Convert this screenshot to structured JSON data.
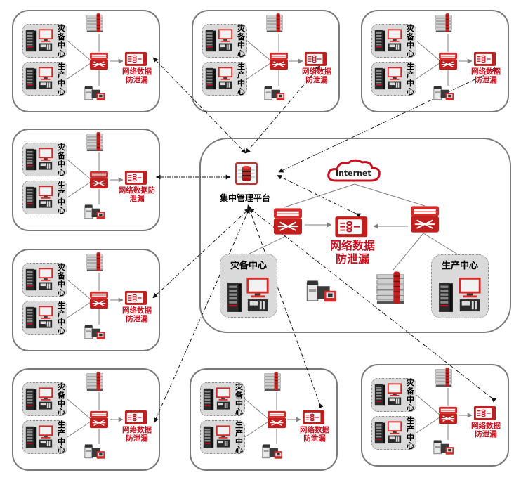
{
  "diagram": {
    "title": "网络数据防泄漏集中管理部署拓扑",
    "center": {
      "management_platform_label": "集中管理平台",
      "internet_label": "Internet",
      "dlp_label_line1": "网络数据",
      "dlp_label_line2": "防泄漏",
      "disaster_recovery_label": "灾备中心",
      "production_label": "生产中心"
    },
    "branches": [
      {
        "id": "top-left",
        "dr_label": "灾备中心",
        "prod_label": "生产中心",
        "dlp_line1": "网络数据",
        "dlp_line2": "防泄漏"
      },
      {
        "id": "top-middle",
        "dr_label": "灾备中心",
        "prod_label": "生产中心",
        "dlp_line1": "网络数据",
        "dlp_line2": "防泄漏"
      },
      {
        "id": "top-right",
        "dr_label": "灾备中心",
        "prod_label": "生产中心",
        "dlp_line1": "网络数据",
        "dlp_line2": "防泄漏"
      },
      {
        "id": "middle-left-1",
        "dr_label": "灾备中心",
        "prod_label": "生产中心",
        "dlp_line1": "网络数据防",
        "dlp_line2": "泄漏"
      },
      {
        "id": "middle-left-2",
        "dr_label": "灾备中心",
        "prod_label": "生产中心",
        "dlp_line1": "网络数据",
        "dlp_line2": "防泄漏"
      },
      {
        "id": "bottom-left",
        "dr_label": "灾备中心",
        "prod_label": "生产中心",
        "dlp_line1": "网络数据",
        "dlp_line2": "防泄漏"
      },
      {
        "id": "bottom-middle",
        "dr_label": "灾备中心",
        "prod_label": "生产中心",
        "dlp_line1": "网络数据",
        "dlp_line2": "防泄漏"
      },
      {
        "id": "bottom-right",
        "dr_label": "灾备中心",
        "prod_label": "生产中心",
        "dlp_line1": "网络数据",
        "dlp_line2": "防泄漏"
      }
    ],
    "colors": {
      "accent_red": "#c8101e",
      "device_red": "#d42a2a",
      "box_border": "#7a7a7a",
      "site_bg": "#dadada",
      "link_gray": "#808080",
      "dash_black": "#111111"
    },
    "icons": {
      "management": "database-server-icon",
      "switch": "core-switch-icon",
      "dlp": "dlp-appliance-icon",
      "server_rack": "server-rack-icon",
      "workstation": "workstation-icon",
      "cloud": "cloud-icon"
    }
  }
}
